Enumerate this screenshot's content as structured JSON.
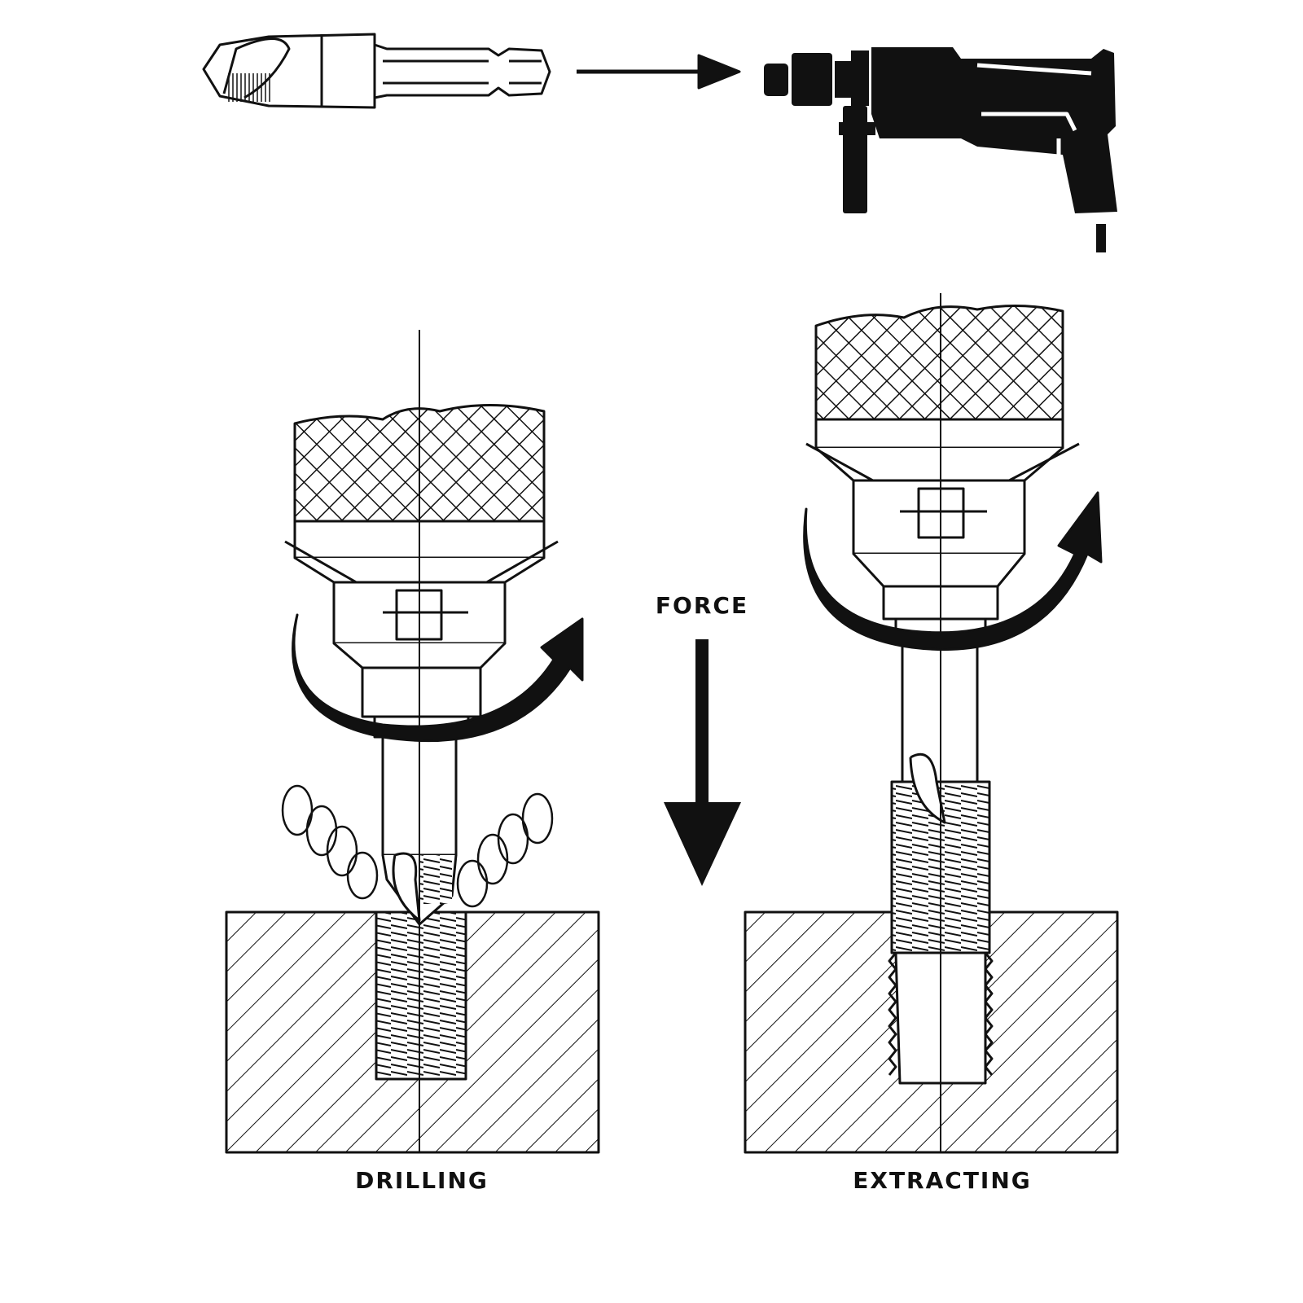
{
  "labels": {
    "force": "FORCE",
    "drilling": "DRILLING",
    "extracting": "EXTRACTING"
  },
  "colors": {
    "ink": "#111111",
    "background": "#ffffff"
  }
}
